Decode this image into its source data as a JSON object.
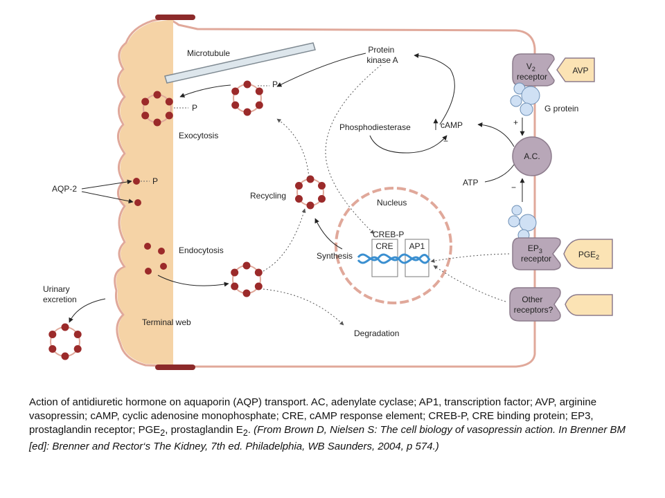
{
  "labels": {
    "microtubule": "Microtubule",
    "protein_kinase_a": [
      "Protein",
      "kinase A"
    ],
    "v2_receptor": {
      "main": "V",
      "sub": "2",
      "line2": "receptor"
    },
    "avp": "AVP",
    "g_protein": "G protein",
    "p": "P",
    "exocytosis": "Exocytosis",
    "phosphodiesterase": "Phosphodiesterase",
    "camp": "cAMP",
    "plus": "+",
    "minus": "−",
    "ac": "A.C.",
    "atp": "ATP",
    "aqp2": "AQP-2",
    "recycling": "Recycling",
    "nucleus": "Nucleus",
    "creb_p": "CREB-P",
    "cre": "CRE",
    "ap1": "AP1",
    "synthesis": "Synthesis",
    "endocytosis": "Endocytosis",
    "ep3_receptor": {
      "main": "EP",
      "sub": "3",
      "line2": "receptor"
    },
    "pge2": {
      "main": "PGE",
      "sub": "2"
    },
    "urinary_excretion": [
      "Urinary",
      "excretion"
    ],
    "other_receptors": [
      "Other",
      "receptors?"
    ],
    "terminal_web": "Terminal web",
    "degradation": "Degradation"
  },
  "caption": {
    "part1": "Action of antidiuretic hormone on aquaporin (AQP) transport. AC, adenylate cyclase; AP1, transcription factor; AVP, arginine vasopressin; cAMP, cyclic adenosine monophosphate; CRE, cAMP response element;  CREB-P, CRE binding protein; EP3, prostaglandin receptor; PGE",
    "sub1": "2",
    "part2": ", prostaglandin E",
    "sub2": "2",
    "part3": ". ",
    "citation": "(From Brown D, Nielsen S: The cell biology of vasopressin action. In Brenner BM [ed]: Brenner and Rector‘s The Kidney, 7th ed. Philadelphia, WB Saunders, 2004, p 574.)"
  },
  "colors": {
    "cytoplasm_apical": "#f5d3a6",
    "cell_outline": "#e0a89a",
    "vesicle_dot": "#9b2a2a",
    "receptor_fill": "#b8a7b8",
    "ligand_fill": "#fbe3b4",
    "g_protein_fill": "#cfe0f4",
    "dna_blue": "#3a8fd0",
    "junction": "#8c2a2a"
  }
}
